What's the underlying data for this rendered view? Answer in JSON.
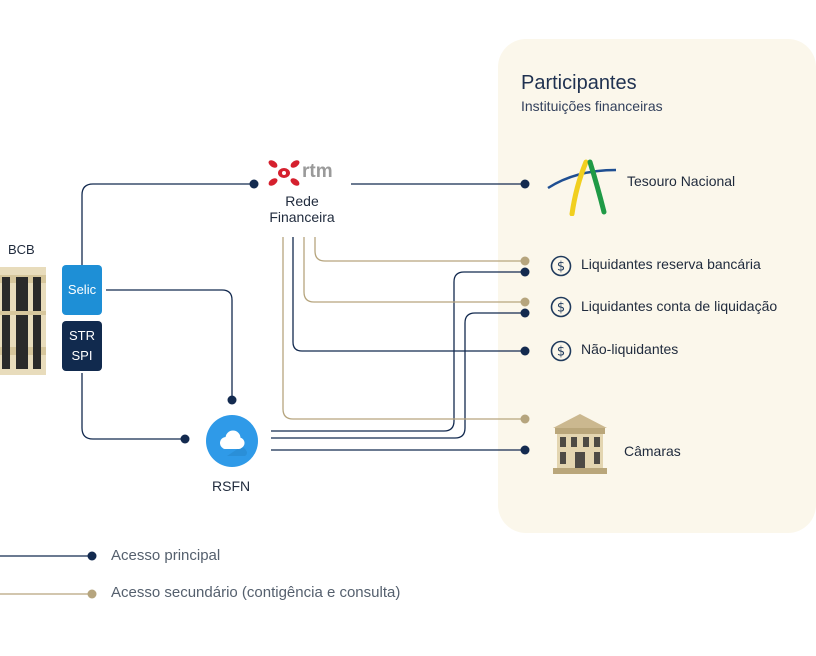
{
  "participants": {
    "title": "Participantes",
    "subtitle": "Instituições financeiras",
    "items": [
      {
        "label": "Tesouro Nacional"
      },
      {
        "label": "Liquidantes reserva bancária"
      },
      {
        "label": "Liquidantes conta de liquidação"
      },
      {
        "label": "Não-liquidantes"
      },
      {
        "label": "Câmaras"
      }
    ]
  },
  "bcb": {
    "label": "BCB",
    "selic": "Selic",
    "str": "STR",
    "spi": "SPI"
  },
  "rtm": {
    "logo_text": "rtm",
    "label_line1": "Rede",
    "label_line2": "Financeira"
  },
  "rsfn": {
    "label": "RSFN"
  },
  "legend": {
    "primary": "Acesso principal",
    "secondary": "Acesso secundário (contigência e consulta)"
  },
  "icons": {
    "rtm": "rtm-logo-icon",
    "rsfn": "cloud-icon",
    "dollar": "dollar-circle-icon",
    "tesouro": "tesouro-logo-icon",
    "camaras": "bank-building-icon",
    "bcb": "bcb-building-icon"
  },
  "colors": {
    "primary_line": "#132a4f",
    "secondary_line": "#b6a57e",
    "panel_bg": "#fbf7eb",
    "selic_bg": "#1e8fd6",
    "str_bg": "#112a4e",
    "rsfn_bg": "#2f9ae8",
    "rtm_red": "#d5202e"
  }
}
